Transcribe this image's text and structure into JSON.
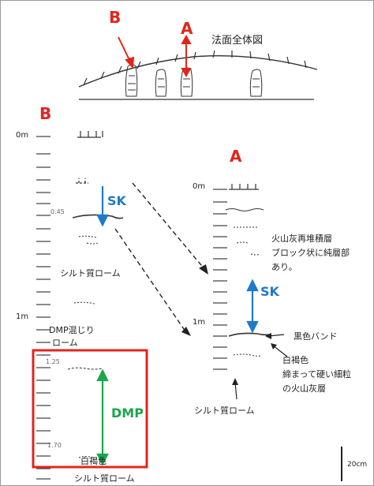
{
  "overview": {
    "title": "法面全体図",
    "marker_b": "B",
    "marker_a": "A"
  },
  "column_b": {
    "label": "B",
    "depth_0": "0m",
    "depth_1": "1m",
    "tick_045": "0.45",
    "tick_125": "1.25",
    "tick_170": "1.70",
    "sk_label": "SK",
    "silt_loam": "シルト質ローム",
    "dmp_mixed_line1": "DMP混じり",
    "dmp_mixed_line2": "ローム",
    "dmp_label": "DMP",
    "white_brown": "白褐色",
    "silt_loam_bottom": "シルト質ローム"
  },
  "column_a": {
    "label": "A",
    "depth_0": "0m",
    "depth_1": "1m",
    "note_line1": "火山灰再堆積層",
    "note_line2": "ブロック状に純層部",
    "note_line3": "あり。",
    "sk_label": "SK",
    "black_band": "黒色バンド",
    "white_brown": "白褐色",
    "compact_line1": "締まって硬い細粒",
    "compact_line2": "の火山灰層",
    "silt_loam": "シルト質ローム"
  },
  "scale_bar": {
    "label": "20cm"
  },
  "colors": {
    "red": "#e0261c",
    "blue": "#1f7ac8",
    "green": "#1aa64a"
  }
}
